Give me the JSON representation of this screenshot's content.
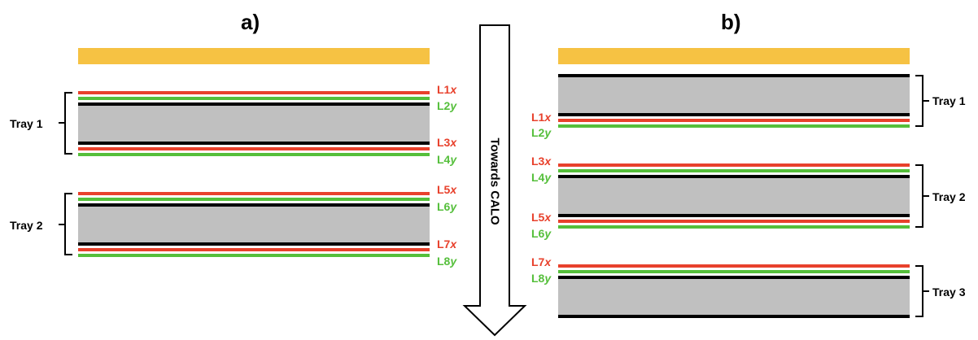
{
  "panels": {
    "a": {
      "title": "a)",
      "layers": [
        {
          "num": "L1",
          "axis": "x",
          "color": "red"
        },
        {
          "num": "L2",
          "axis": "y",
          "color": "green"
        },
        {
          "num": "L3",
          "axis": "x",
          "color": "red"
        },
        {
          "num": "L4",
          "axis": "y",
          "color": "green"
        },
        {
          "num": "L5",
          "axis": "x",
          "color": "red"
        },
        {
          "num": "L6",
          "axis": "y",
          "color": "green"
        },
        {
          "num": "L7",
          "axis": "x",
          "color": "red"
        },
        {
          "num": "L8",
          "axis": "y",
          "color": "green"
        }
      ],
      "trays": [
        "Tray 1",
        "Tray 2"
      ]
    },
    "b": {
      "title": "b)",
      "layers": [
        {
          "num": "L1",
          "axis": "x",
          "color": "red"
        },
        {
          "num": "L2",
          "axis": "y",
          "color": "green"
        },
        {
          "num": "L3",
          "axis": "x",
          "color": "red"
        },
        {
          "num": "L4",
          "axis": "y",
          "color": "green"
        },
        {
          "num": "L5",
          "axis": "x",
          "color": "red"
        },
        {
          "num": "L6",
          "axis": "y",
          "color": "green"
        },
        {
          "num": "L7",
          "axis": "x",
          "color": "red"
        },
        {
          "num": "L8",
          "axis": "y",
          "color": "green"
        }
      ],
      "trays": [
        "Tray 1",
        "Tray 2",
        "Tray 3"
      ]
    }
  },
  "arrow": {
    "label": "Towards CALO"
  },
  "colors": {
    "x_layer": "#e8412c",
    "y_layer": "#55bf3b",
    "top_plate": "#f6c243",
    "tray": "#c0c0c0",
    "support": "#000000"
  }
}
